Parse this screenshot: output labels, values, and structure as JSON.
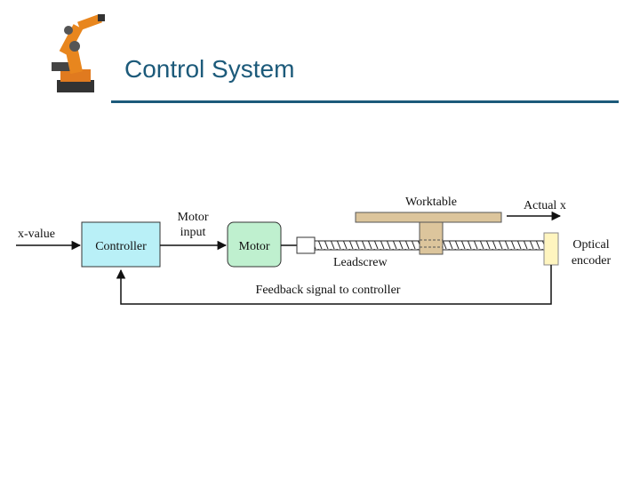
{
  "slide": {
    "title": "Control System"
  },
  "diagram": {
    "labels": {
      "x_value": "x-value",
      "controller": "Controller",
      "motor_input": [
        "Motor",
        "input"
      ],
      "motor": "Motor",
      "leadscrew": "Leadscrew",
      "worktable": "Worktable",
      "actual_x": "Actual x",
      "optical_encoder": [
        "Optical",
        "encoder"
      ],
      "feedback": "Feedback signal to controller"
    },
    "colors": {
      "controller_fill": "#b9f0f7",
      "motor_fill": "#bff0cf",
      "worktable_fill": "#dcc59c",
      "encoder_fill": "#fff5bf",
      "title_color": "#1c5a7a"
    },
    "icons": {
      "logo": "industrial-robot-arm-icon"
    }
  }
}
